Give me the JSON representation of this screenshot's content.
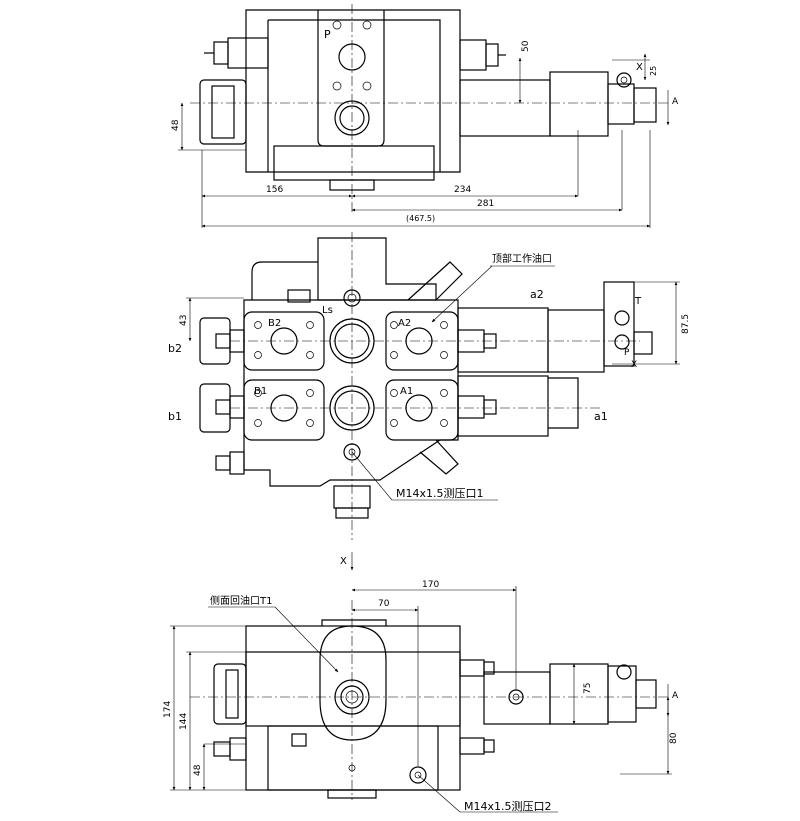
{
  "colors": {
    "line": "#000000",
    "background": "#ffffff"
  },
  "top_view": {
    "port_p": "P",
    "dim_50": "50",
    "dim_x": "X",
    "dim_25": "25",
    "arrow_a": "A",
    "dim_48": "48",
    "dim_156": "156",
    "dim_234": "234",
    "dim_281": "281",
    "dim_4675": "(467.5)"
  },
  "front_view": {
    "top_work_port_label": "顶部工作油口",
    "port_a2_right": "a2",
    "port_ls": "Ls",
    "port_b2_inner": "B2",
    "port_a2_inner": "A2",
    "dim_43": "43",
    "port_t": "T",
    "dim_875": "87.5",
    "port_b2_left": "b2",
    "port_b1_inner": "B1",
    "port_a1_inner": "A1",
    "port_p": "P",
    "port_x": "X",
    "port_b1_left": "b1",
    "port_a1_right": "a1",
    "test_port_1": "M14x1.5测压口1",
    "section_x": "X"
  },
  "side_view": {
    "side_return_label": "侧面回油口T1",
    "dim_170": "170",
    "dim_70": "70",
    "dim_174": "174",
    "dim_144": "144",
    "dim_75": "75",
    "arrow_a": "A",
    "dim_48": "48",
    "dim_80": "80",
    "test_port_2": "M14x1.5测压口2"
  }
}
